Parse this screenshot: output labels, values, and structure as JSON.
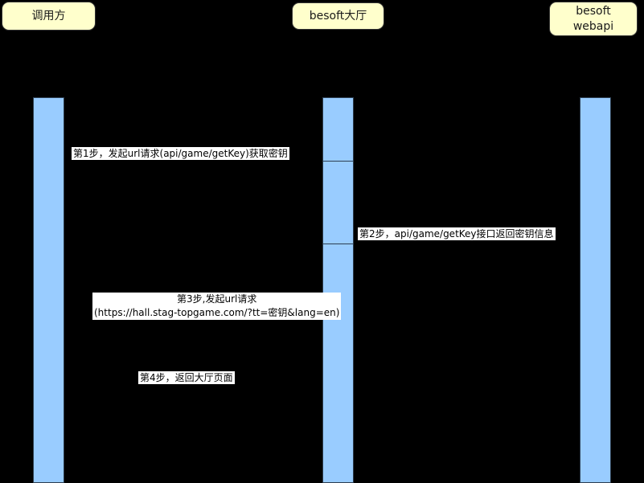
{
  "diagram": {
    "type": "sequence-diagram",
    "actors": [
      {
        "label": "调用方"
      },
      {
        "label": "besoft大厅"
      },
      {
        "label": "besoft\nwebapi"
      }
    ],
    "messages": [
      {
        "text": "第1步，发起url请求(api/game/getKey)获取密钥"
      },
      {
        "text": "第2步，api/game/getKey接口返回密钥信息"
      },
      {
        "text": "第3步,发起url请求\n(https://hall.stag-topgame.com/?tt=密钥&lang=en)"
      },
      {
        "text": "第4步，返回大厅页面"
      }
    ]
  },
  "colors": {
    "background": "#000000",
    "actor_fill": "#ffffcc",
    "actor_border": "#333333",
    "actor_text": "#1a1a1a",
    "bar_fill": "#99ccff",
    "bar_border": "#2d3e50",
    "label_bg": "#ffffff",
    "label_text": "#000000"
  }
}
